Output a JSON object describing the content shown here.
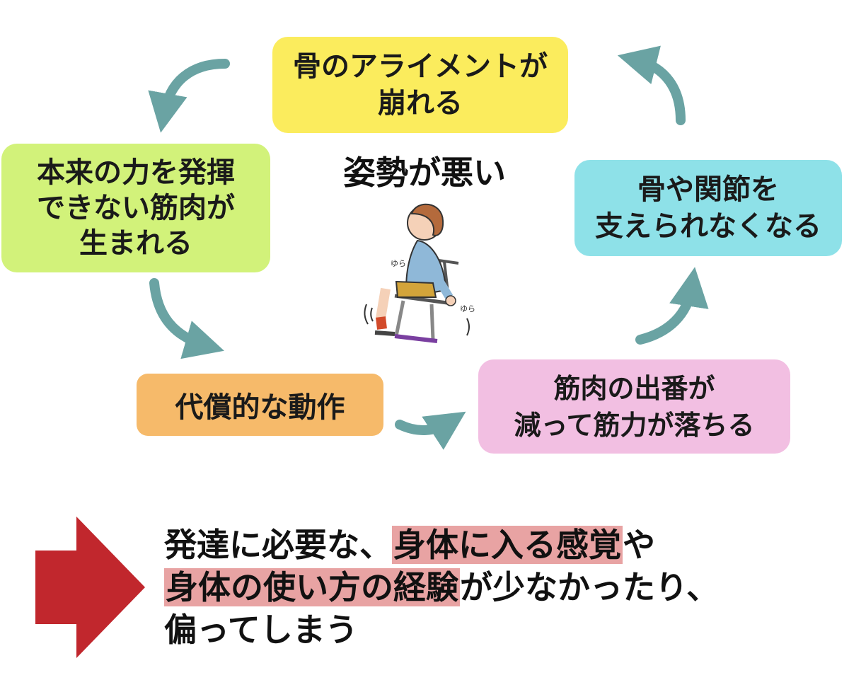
{
  "diagram": {
    "center_title": "姿勢が悪い",
    "boxes": {
      "bone_alignment": "骨のアライメントが\n崩れる",
      "cannot_support": "骨や関節を\n支えられなくなる",
      "muscle_weak": "筋肉の出番が\n減って筋力が落ちる",
      "compensatory": "代償的な動作",
      "muscle_unused": "本来の力を発揮\nできない筋肉が\n生まれる"
    },
    "illustration": {
      "sfx_left": "ゆら",
      "sfx_right": "ゆら"
    },
    "colors": {
      "arrow": "#6aa3a3",
      "bone_alignment": "#fbec5d",
      "cannot_support": "#8ee1e8",
      "muscle_weak": "#f2bfe2",
      "compensatory": "#f6ba6a",
      "muscle_unused": "#d2f27a",
      "big_arrow": "#c1272d",
      "highlight": "#e8a3a3"
    }
  },
  "conclusion": {
    "part1": "発達に必要な、",
    "highlight1": "身体に入る感覚",
    "part2": "や",
    "highlight2": "身体の使い方の経験",
    "part3": "が少なかったり、",
    "part4": "偏ってしまう"
  }
}
